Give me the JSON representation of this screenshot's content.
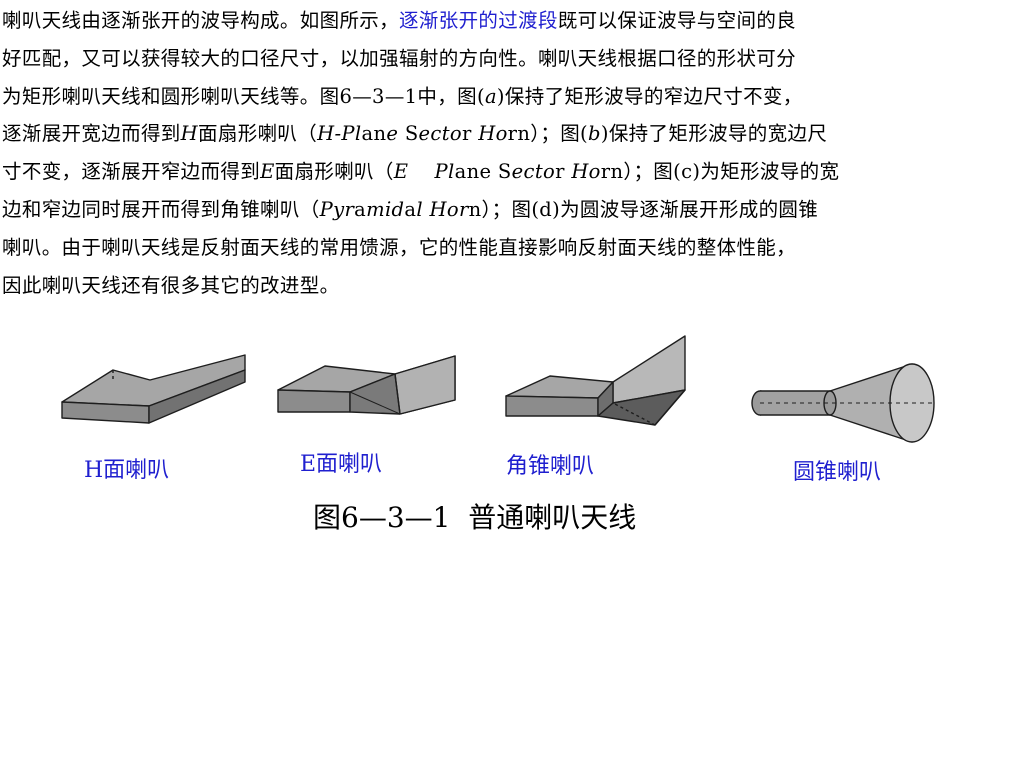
{
  "paragraph": {
    "l1": {
      "a": "喇叭天线由逐渐张开的波导构成。如图所示，",
      "b": "逐渐张开的过渡段",
      "c": "既可以保证波导与空间的良"
    },
    "l2": "好匹配，又可以获得较大的口径尺寸，以加强辐射的方向性。喇叭天线根据口径的形状可分",
    "l3": {
      "a": "为矩形喇叭天线和圆形喇叭天线等。图6—3—1中，图(",
      "b": "a",
      "c": ")保持了矩形波导的窄边尺寸不变，"
    },
    "l4": {
      "a": "逐渐展开宽边而得到",
      "b": "H",
      "c": "面扇形喇叭（",
      "d": "H-Pl",
      "e": "an",
      "f": "e ",
      "g": "S",
      "h": "ecto",
      "i": "r ",
      "j": "Ho",
      "k": "r",
      "l": "n）；图(",
      "m": "b",
      "n": ")保持了矩形波导的宽边尺"
    },
    "l5": {
      "a": "寸不变，逐渐展开窄边而得到",
      "b": "E",
      "c": "面扇形喇叭（",
      "d": "E    Pl",
      "e": "ane S",
      "f": "ecto",
      "g": "r ",
      "h": "Ho",
      "i": "rn）；图(c)为矩形波导的宽"
    },
    "l6": {
      "a": "边和窄边同时展开而得到角锥喇叭（",
      "b": "Pyr",
      "c": "a",
      "d": "mid",
      "e": "a",
      "f": "l ",
      "g": "Hor",
      "h": "n）；图(d)为圆波导逐渐展开形成的圆锥"
    },
    "l7": "喇叭。由于喇叭天线是反射面天线的常用馈源，它的性能直接影响反射面天线的整体性能，",
    "l8": "因此喇叭天线还有很多其它的改进型。"
  },
  "figure": {
    "labels": {
      "h_horn": "H面喇叭",
      "e_horn": "E面喇叭",
      "pyramidal": "角锥喇叭",
      "conical": "圆锥喇叭"
    },
    "caption": "图6—3—1  普通喇叭天线"
  },
  "colors": {
    "highlight": "#1f1fcf",
    "horn_front": "#8c8c8c",
    "horn_top": "#a6a6a6",
    "horn_dark": "#5c5c5c",
    "outline": "#1e1e1e"
  }
}
